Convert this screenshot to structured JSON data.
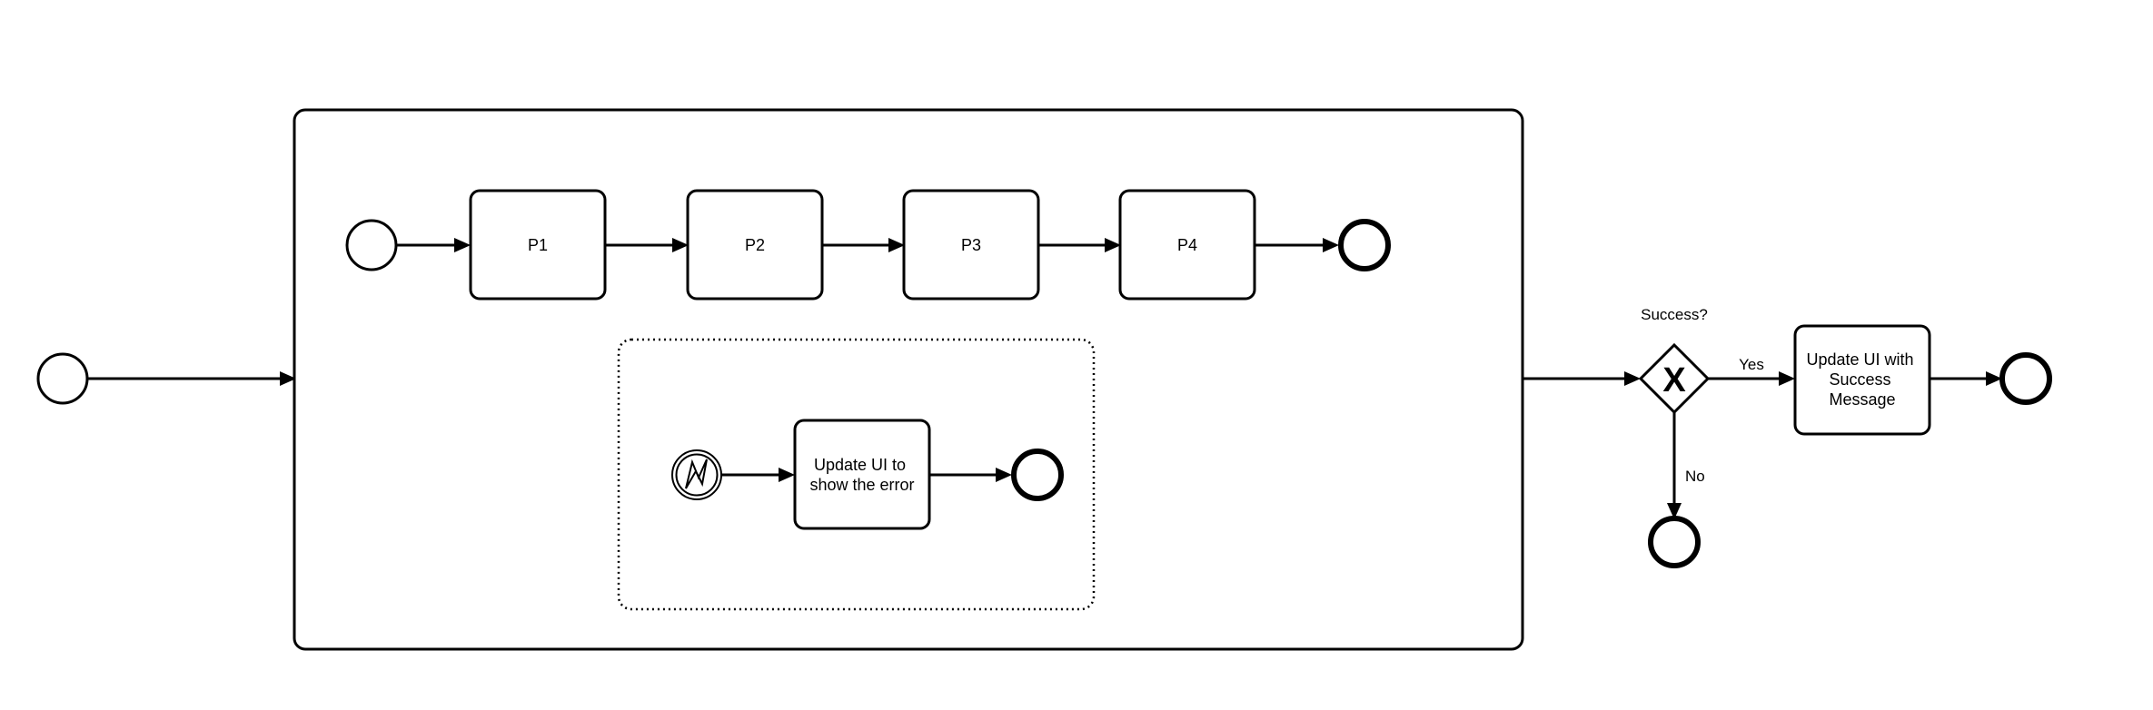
{
  "diagram": {
    "type": "bpmn-process",
    "subprocess": {
      "tasks": [
        {
          "id": "p1",
          "label": "P1"
        },
        {
          "id": "p2",
          "label": "P2"
        },
        {
          "id": "p3",
          "label": "P3"
        },
        {
          "id": "p4",
          "label": "P4"
        }
      ],
      "error_handler": {
        "task_label_lines": [
          "Update UI to",
          "show the error"
        ]
      }
    },
    "gateway": {
      "label": "Success?",
      "marker": "X",
      "yes_label": "Yes",
      "no_label": "No"
    },
    "success_task": {
      "label_lines": [
        "Update UI with",
        "Success",
        "Message"
      ]
    }
  }
}
